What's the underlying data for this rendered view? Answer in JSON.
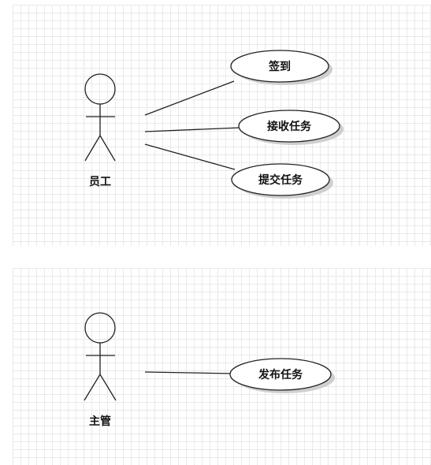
{
  "diagrams": [
    {
      "actor": {
        "name": "员工"
      },
      "use_cases": [
        {
          "label": "签到"
        },
        {
          "label": "接收任务"
        },
        {
          "label": "提交任务"
        }
      ]
    },
    {
      "actor": {
        "name": "主管"
      },
      "use_cases": [
        {
          "label": "发布任务"
        }
      ]
    }
  ],
  "colors": {
    "line": "#222222",
    "grid": "#e9e9e9",
    "shadow": "#cfcfcf"
  }
}
